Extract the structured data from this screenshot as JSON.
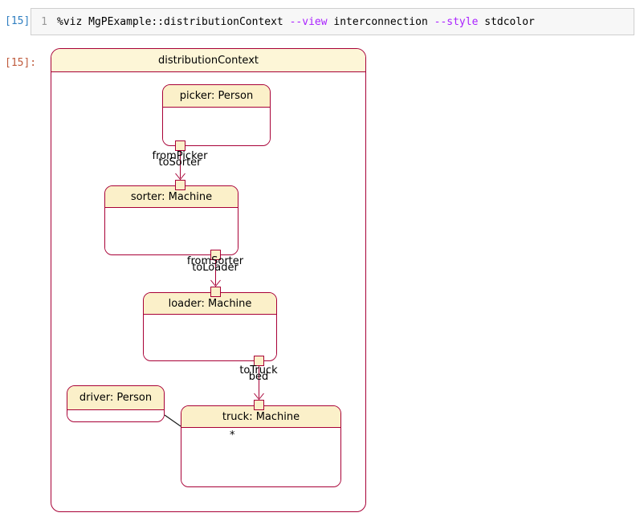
{
  "colors": {
    "in_prompt": "#307FC1",
    "out_prompt": "#BF5B3D",
    "code_flag": "#AA22FF",
    "diagram_border": "#A80036",
    "node_fill": "#FBF0C9",
    "container_title_fill": "#FDF6D7"
  },
  "input": {
    "prompt": "[15]:",
    "line_number": "1",
    "code": {
      "seg1": "%viz MgPExample::distributionContext ",
      "flag1": "--view",
      "seg2": " interconnection ",
      "flag2": "--style",
      "seg3": " stdcolor"
    }
  },
  "output": {
    "prompt": "[15]:"
  },
  "diagram": {
    "title": "distributionContext",
    "nodes": [
      {
        "id": "picker",
        "label": "picker: Person"
      },
      {
        "id": "sorter",
        "label": "sorter: Machine"
      },
      {
        "id": "loader",
        "label": "loader: Machine"
      },
      {
        "id": "truck",
        "label": "truck: Machine",
        "multiplicity": "*"
      },
      {
        "id": "driver",
        "label": "driver: Person"
      }
    ],
    "connectors": [
      {
        "label_top": "fromPicker",
        "label_bottom": "toSorter"
      },
      {
        "label_top": "fromSorter",
        "label_bottom": "toLoader"
      },
      {
        "label_top": "toTruck",
        "label_bottom": "bed"
      }
    ]
  }
}
